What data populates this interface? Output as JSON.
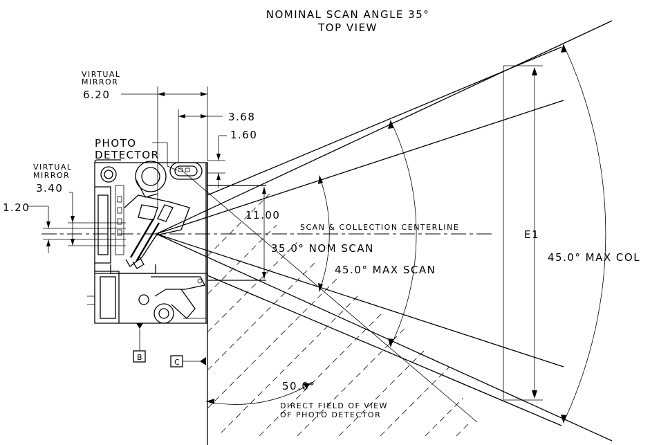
{
  "title": {
    "line1": "NOMINAL SCAN ANGLE 35°",
    "line2": "TOP VIEW"
  },
  "labels": {
    "virtual_mirror_top": {
      "line1": "VIRTUAL",
      "line2": "MIRROR",
      "value": "6.20"
    },
    "virtual_mirror_left": {
      "line1": "VIRTUAL",
      "line2": "MIRROR",
      "value": "3.40"
    },
    "photo_detector": {
      "line1": "PHOTO",
      "line2": "DETECTOR"
    },
    "dim_3_68": "3.68",
    "dim_1_60": "1.60",
    "dim_1_20": "1.20",
    "dim_11_00": "11.00",
    "centerline": "SCAN & COLLECTION CENTERLINE",
    "nom_scan": "35.0° NOM SCAN",
    "max_scan": "45.0° MAX SCAN",
    "max_col": "45.0° MAX COL",
    "e1": "E1",
    "angle_50": "50.0°",
    "fov": {
      "line1": "DIRECT FIELD OF VIEW",
      "line2": "OF PHOTO DETECTOR"
    },
    "datum_b": "B",
    "datum_c": "C"
  }
}
